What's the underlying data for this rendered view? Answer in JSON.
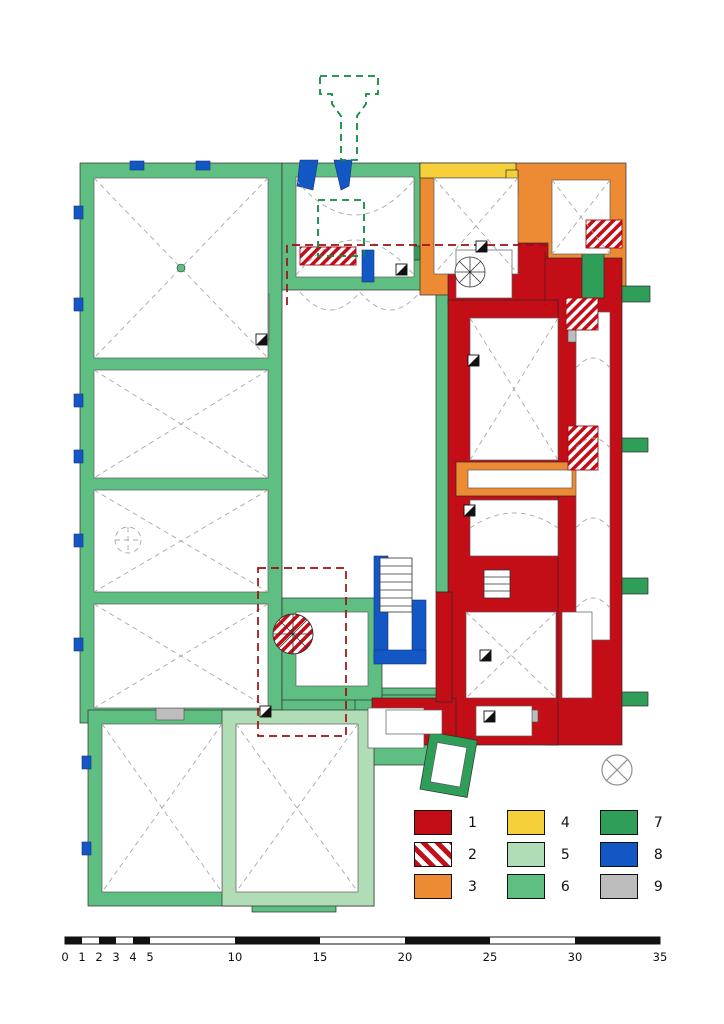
{
  "colors": {
    "red": "#c30d17",
    "orange": "#ec8b33",
    "yellow": "#f5d03b",
    "lightgreen": "#b0ddb5",
    "green": "#5fbf82",
    "darkgreen": "#2f9e58",
    "blue": "#1257c4",
    "gray": "#bdbdbd",
    "dashred": "#9c0f14",
    "dashgreen": "#0d8a3e"
  },
  "legend": {
    "items": [
      {
        "label": "1",
        "color": "red",
        "pattern": "solid"
      },
      {
        "label": "2",
        "color": "red",
        "pattern": "hatch"
      },
      {
        "label": "3",
        "color": "orange",
        "pattern": "solid"
      },
      {
        "label": "4",
        "color": "yellow",
        "pattern": "solid"
      },
      {
        "label": "5",
        "color": "lightgreen",
        "pattern": "solid"
      },
      {
        "label": "6",
        "color": "green",
        "pattern": "solid"
      },
      {
        "label": "7",
        "color": "darkgreen",
        "pattern": "solid"
      },
      {
        "label": "8",
        "color": "blue",
        "pattern": "solid"
      },
      {
        "label": "9",
        "color": "gray",
        "pattern": "solid"
      }
    ]
  },
  "scale": {
    "ticks": [
      "0",
      "1",
      "2",
      "3",
      "4",
      "5",
      "10",
      "15",
      "20",
      "25",
      "30",
      "35"
    ]
  }
}
